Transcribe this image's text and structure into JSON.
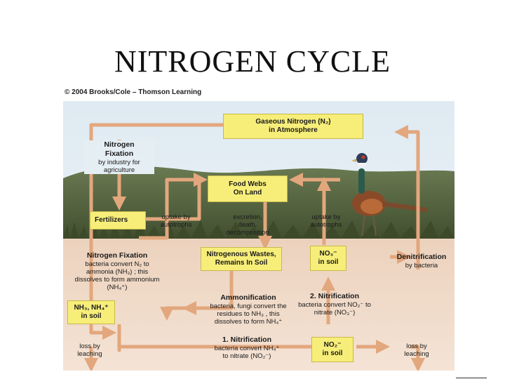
{
  "title": "NITROGEN CYCLE",
  "copyright": "© 2004 Brooks/Cole – Thomson Learning",
  "boxes": {
    "atmosphere": [
      "Gaseous Nitrogen (N₂)",
      "in Atmosphere"
    ],
    "food_webs": [
      "Food Webs",
      "On Land"
    ],
    "fertilizers": "Fertilizers",
    "wastes": [
      "Nitrogenous Wastes,",
      "Remains In Soil"
    ],
    "no3": [
      "NO₃⁻",
      "in soil"
    ],
    "nh3": [
      "NH₃, NH₄⁺",
      "in soil"
    ],
    "no2": [
      "NO₂⁻",
      "in soil"
    ]
  },
  "labels": {
    "industrial_fixation": {
      "heading": [
        "Nitrogen",
        "Fixation"
      ],
      "text": [
        "by industry for",
        "agriculture"
      ]
    },
    "uptake_left": [
      "uptake by",
      "autotrophs"
    ],
    "excretion": [
      "excretion,",
      "death,",
      "decomposition"
    ],
    "uptake_right": [
      "uptake by",
      "autotrophs"
    ],
    "bacterial_fixation": {
      "heading": "Nitrogen Fixation",
      "text": [
        "bacteria convert N₂ to",
        "ammonia (NH₃) ; this",
        "dissolves to form ammonium",
        "(NH₄⁺)"
      ]
    },
    "denitrification": {
      "heading": "Denitrification",
      "text": [
        "by bacteria"
      ]
    },
    "ammonification": {
      "heading": "Ammonification",
      "text": [
        "bacteria, fungi convert the",
        "residues to NH₃ , this",
        "dissolves to form NH₄⁺"
      ]
    },
    "nitrification_2": {
      "heading": "2. Nitrification",
      "text": [
        "bacteria convert NO₂⁻ to",
        "nitrate (NO₃⁻)"
      ]
    },
    "nitrification_1": {
      "heading": "1. Nitrification",
      "text": [
        "bacteria convert NH₄⁺",
        "to nitrate (NO₂⁻)"
      ]
    },
    "leach_left": [
      "loss by",
      "leaching"
    ],
    "leach_right": [
      "loss by",
      "leaching"
    ]
  },
  "colors": {
    "box_fill": "#f7ee7a",
    "arrow": "#e8b48c",
    "sky": "#e5eef4",
    "soil": "#f1dccb",
    "grass": "#4d5c3a"
  }
}
